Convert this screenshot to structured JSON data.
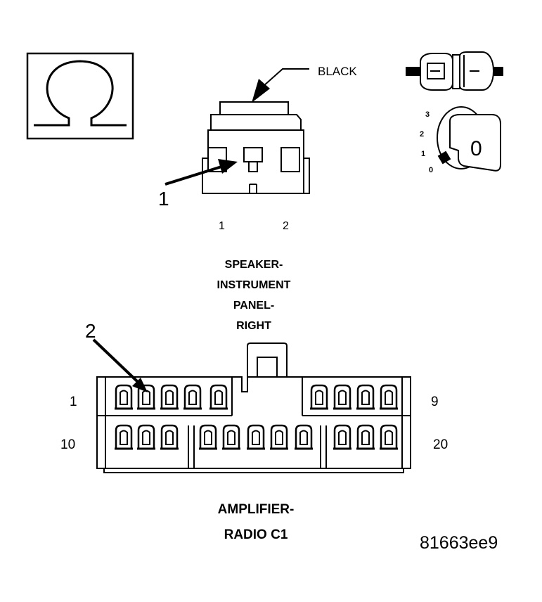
{
  "symbol": {
    "name": "ohm-symbol-icon"
  },
  "top_connector": {
    "color_label": "BLACK",
    "callout": "1",
    "pin_labels": [
      "1",
      "2"
    ],
    "title_lines": [
      "SPEAKER-",
      "INSTRUMENT",
      "PANEL-",
      "RIGHT"
    ]
  },
  "key_icon": {
    "positions": [
      "3",
      "2",
      "1",
      "0"
    ],
    "key_label": "0"
  },
  "bottom_connector": {
    "callout": "2",
    "row_labels": {
      "top_left": "1",
      "top_right": "9",
      "bottom_left": "10",
      "bottom_right": "20"
    },
    "title_lines": [
      "AMPLIFIER-",
      "RADIO C1"
    ]
  },
  "figure_id": "81663ee9"
}
